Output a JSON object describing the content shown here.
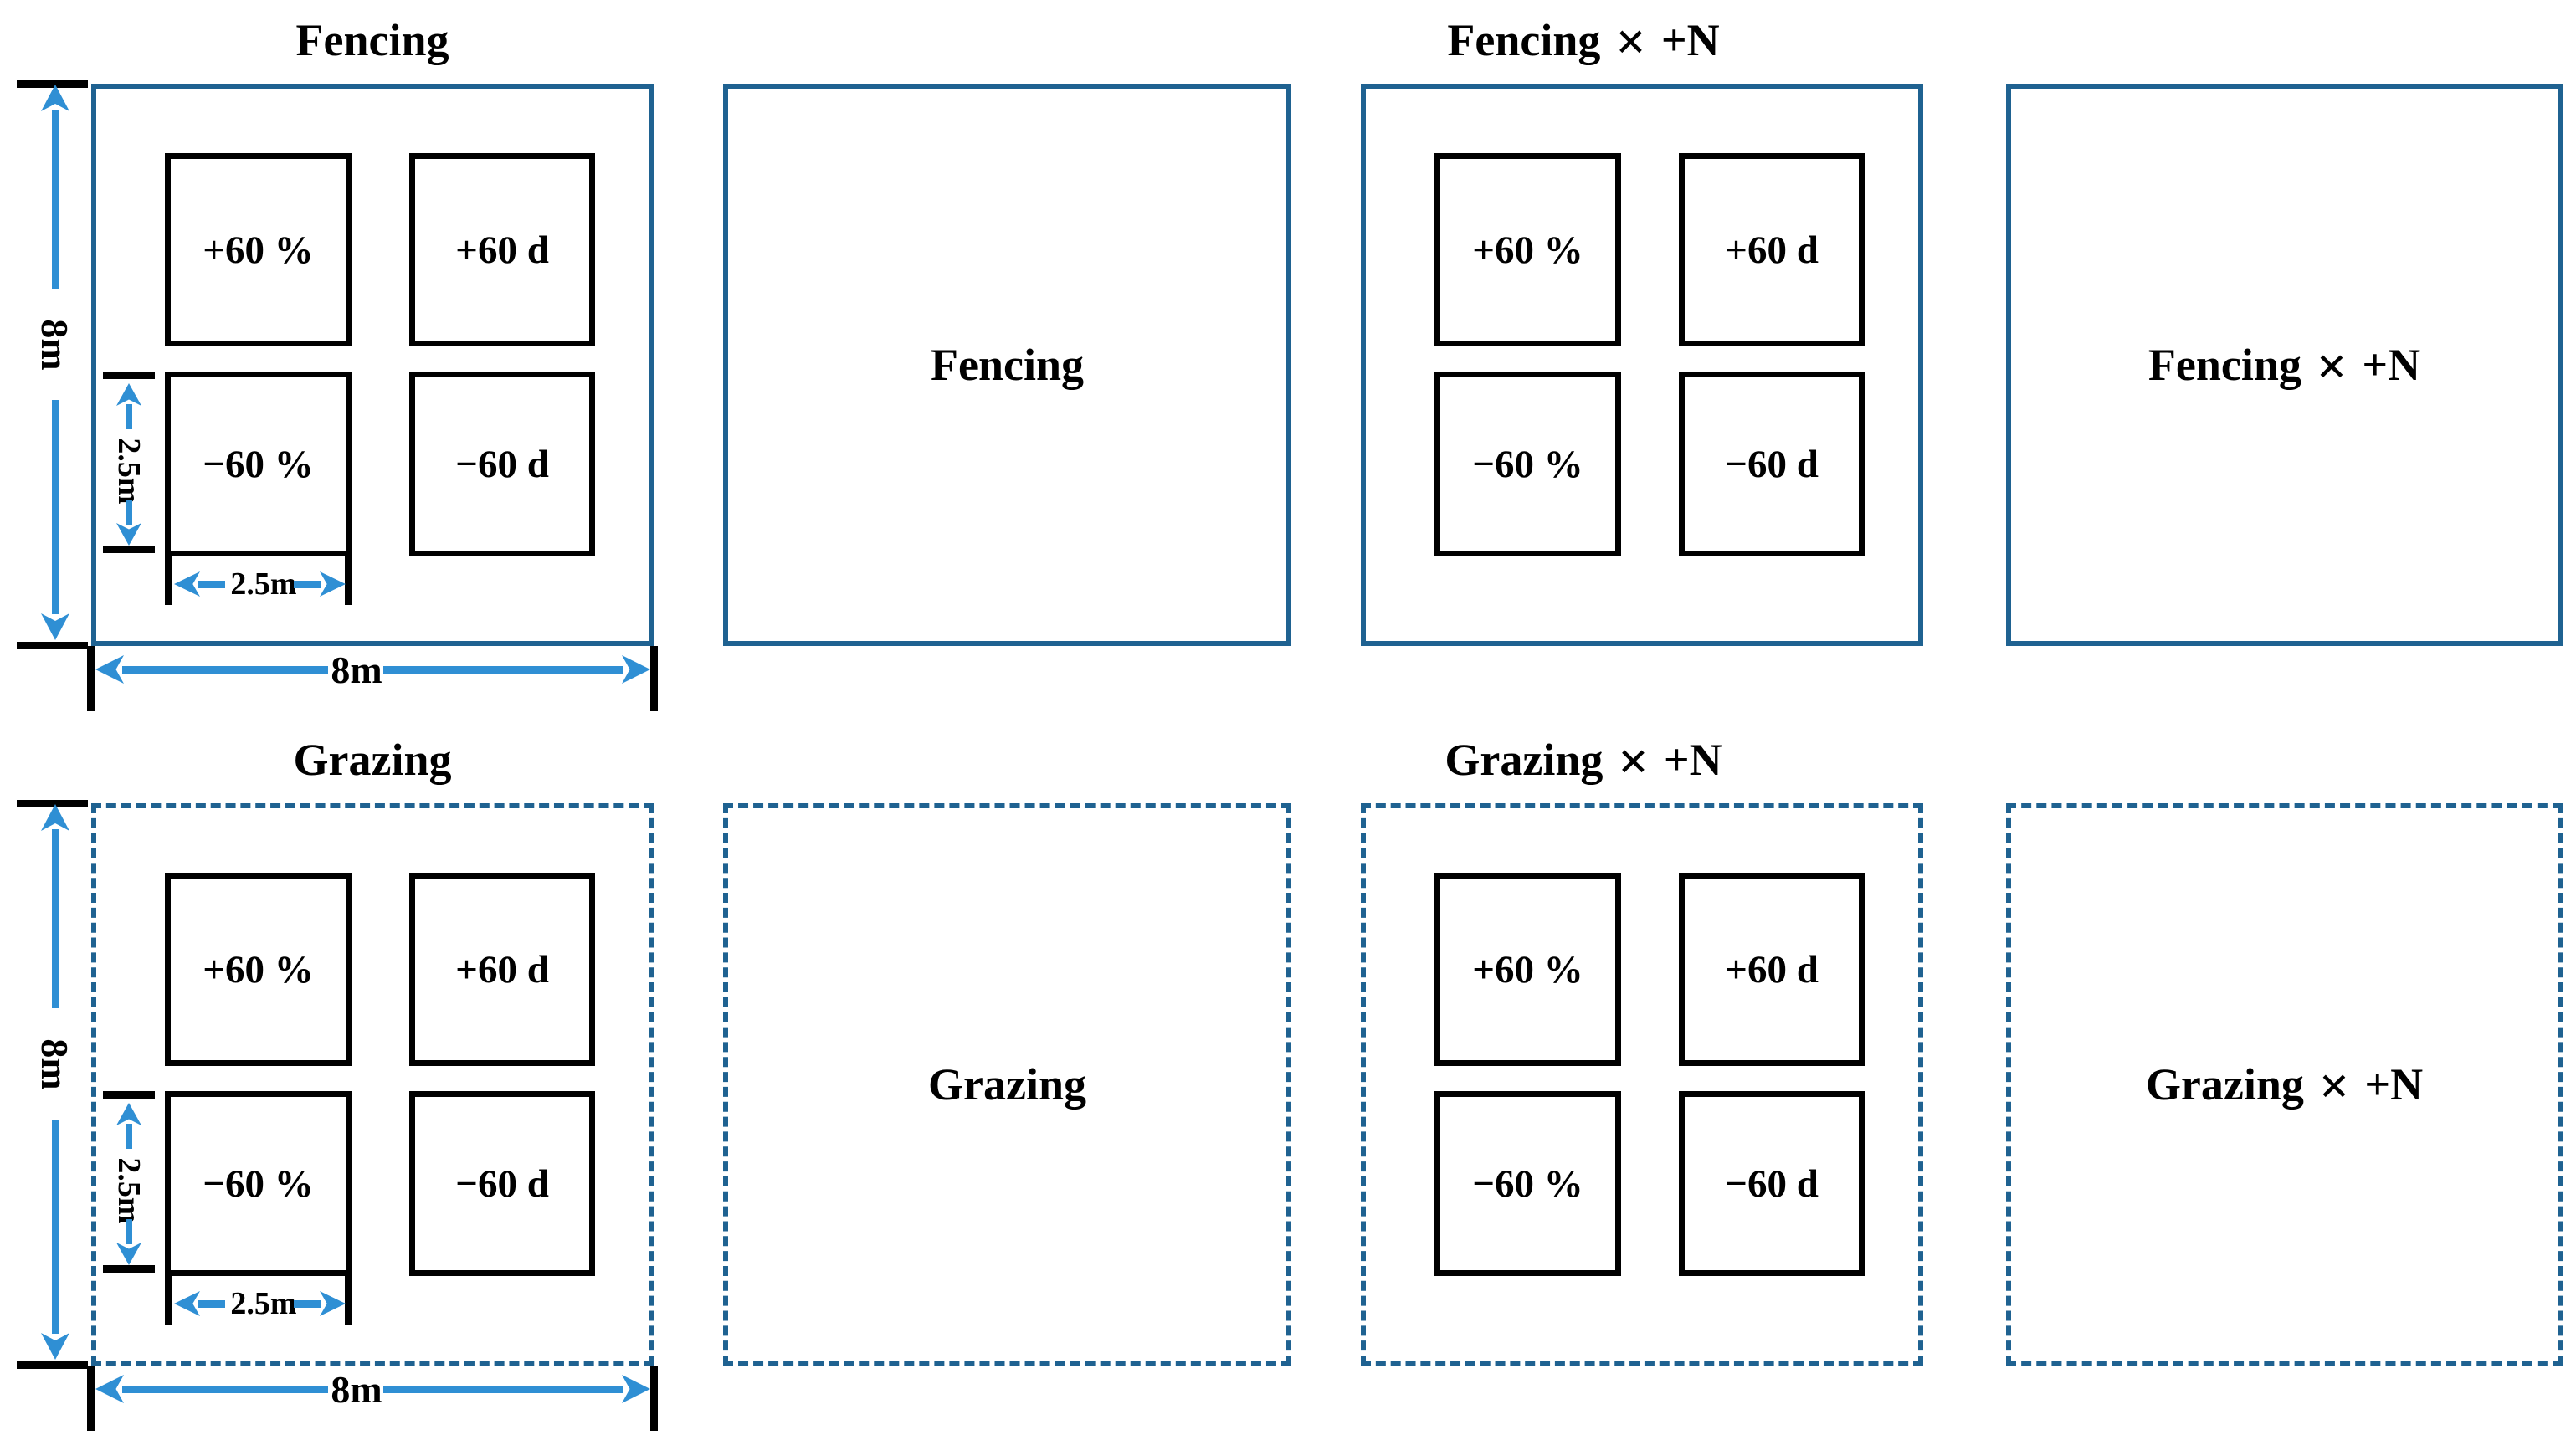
{
  "colors": {
    "blue": "#1F6291",
    "arrow": "#2F8FD4",
    "ink": "#000000"
  },
  "rows": [
    {
      "treatment": "Fencing",
      "border": "solid",
      "title": "Fencing",
      "center_label": "Fencing",
      "cross_title": {
        "base": "Fencing",
        "cross": "×",
        "suffix": "+N"
      }
    },
    {
      "treatment": "Grazing",
      "border": "dashed",
      "title": "Grazing",
      "center_label": "Grazing",
      "cross_title": {
        "base": "Grazing",
        "cross": "×",
        "suffix": "+N"
      }
    }
  ],
  "treatments": {
    "plots": [
      {
        "label": "+60 %"
      },
      {
        "label": "+60 d"
      },
      {
        "label": "−60 %"
      },
      {
        "label": "−60 d"
      }
    ]
  },
  "dims": {
    "height": "8m",
    "width": "8m",
    "subplot_height": "2.5m",
    "subplot_width": "2.5m"
  }
}
